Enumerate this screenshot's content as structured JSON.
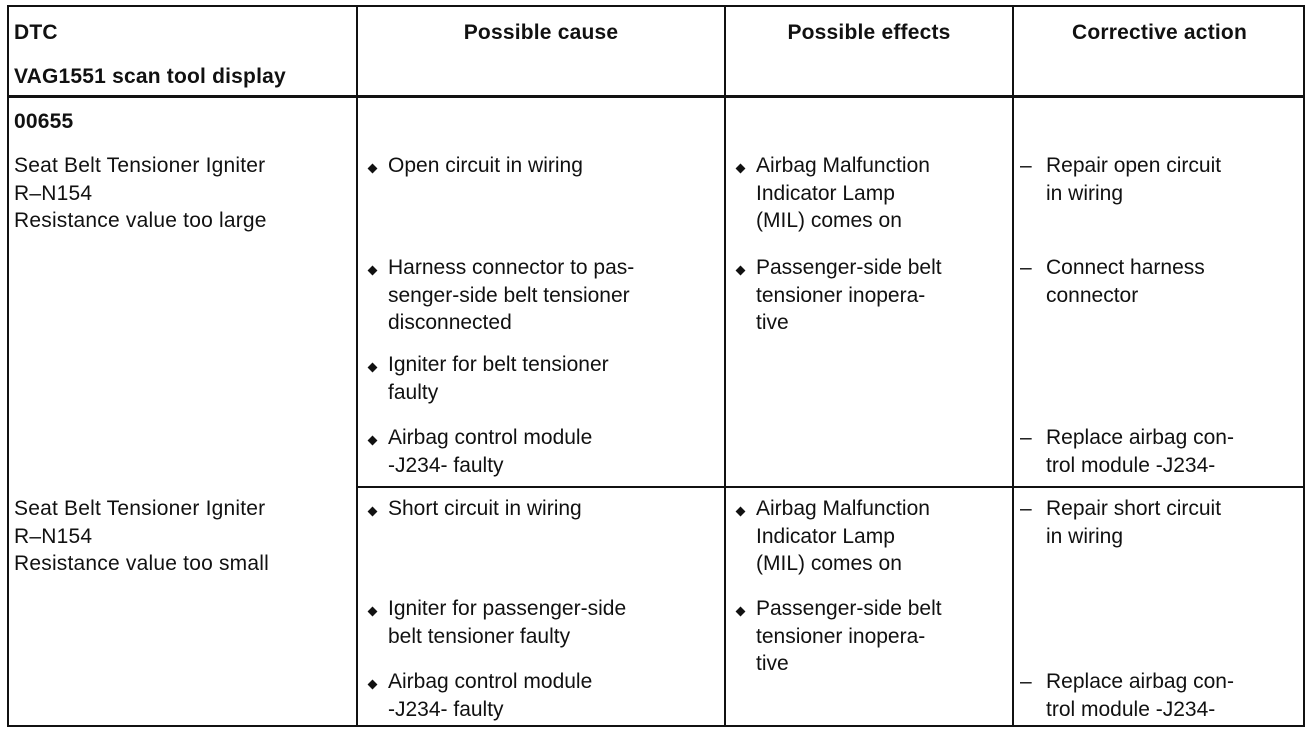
{
  "header": {
    "dtc_label": "DTC",
    "scan_tool_label": "VAG1551 scan tool display",
    "possible_cause": "Possible cause",
    "possible_effects": "Possible effects",
    "corrective_action": "Corrective action"
  },
  "fault_code": "00655",
  "groups": [
    {
      "description": [
        "Seat Belt Tensioner Igniter",
        "R–N154",
        "Resistance value too large"
      ],
      "causes": [
        [
          "Open circuit in wiring"
        ],
        [
          "Harness connector to pas-",
          "senger-side belt tensioner",
          "disconnected"
        ],
        [
          "Igniter for belt tensioner",
          "faulty"
        ],
        [
          "Airbag control module",
          "-J234- faulty"
        ]
      ],
      "effects": [
        [
          "Airbag Malfunction",
          "Indicator Lamp",
          "(MIL) comes on"
        ],
        [
          "Passenger-side belt",
          "tensioner inopera-",
          "tive"
        ]
      ],
      "actions": [
        [
          "Repair open circuit",
          "in wiring"
        ],
        [
          "Connect harness",
          "connector"
        ],
        [
          "Replace airbag con-",
          "trol module -J234-"
        ]
      ]
    },
    {
      "description": [
        "Seat Belt Tensioner Igniter",
        "R–N154",
        "Resistance value too small"
      ],
      "causes": [
        [
          "Short circuit in wiring"
        ],
        [
          "Igniter for passenger-side",
          "belt tensioner faulty"
        ],
        [
          "Airbag control module",
          "-J234- faulty"
        ]
      ],
      "effects": [
        [
          "Airbag Malfunction",
          "Indicator Lamp",
          "(MIL) comes on"
        ],
        [
          "Passenger-side belt",
          "tensioner inopera-",
          "tive"
        ]
      ],
      "actions": [
        [
          "Repair short circuit",
          "in wiring"
        ],
        [
          "Replace airbag con-",
          "trol module -J234-"
        ]
      ]
    }
  ],
  "markers": {
    "cause_effect": "diamond-bullet-icon",
    "action": "–"
  }
}
